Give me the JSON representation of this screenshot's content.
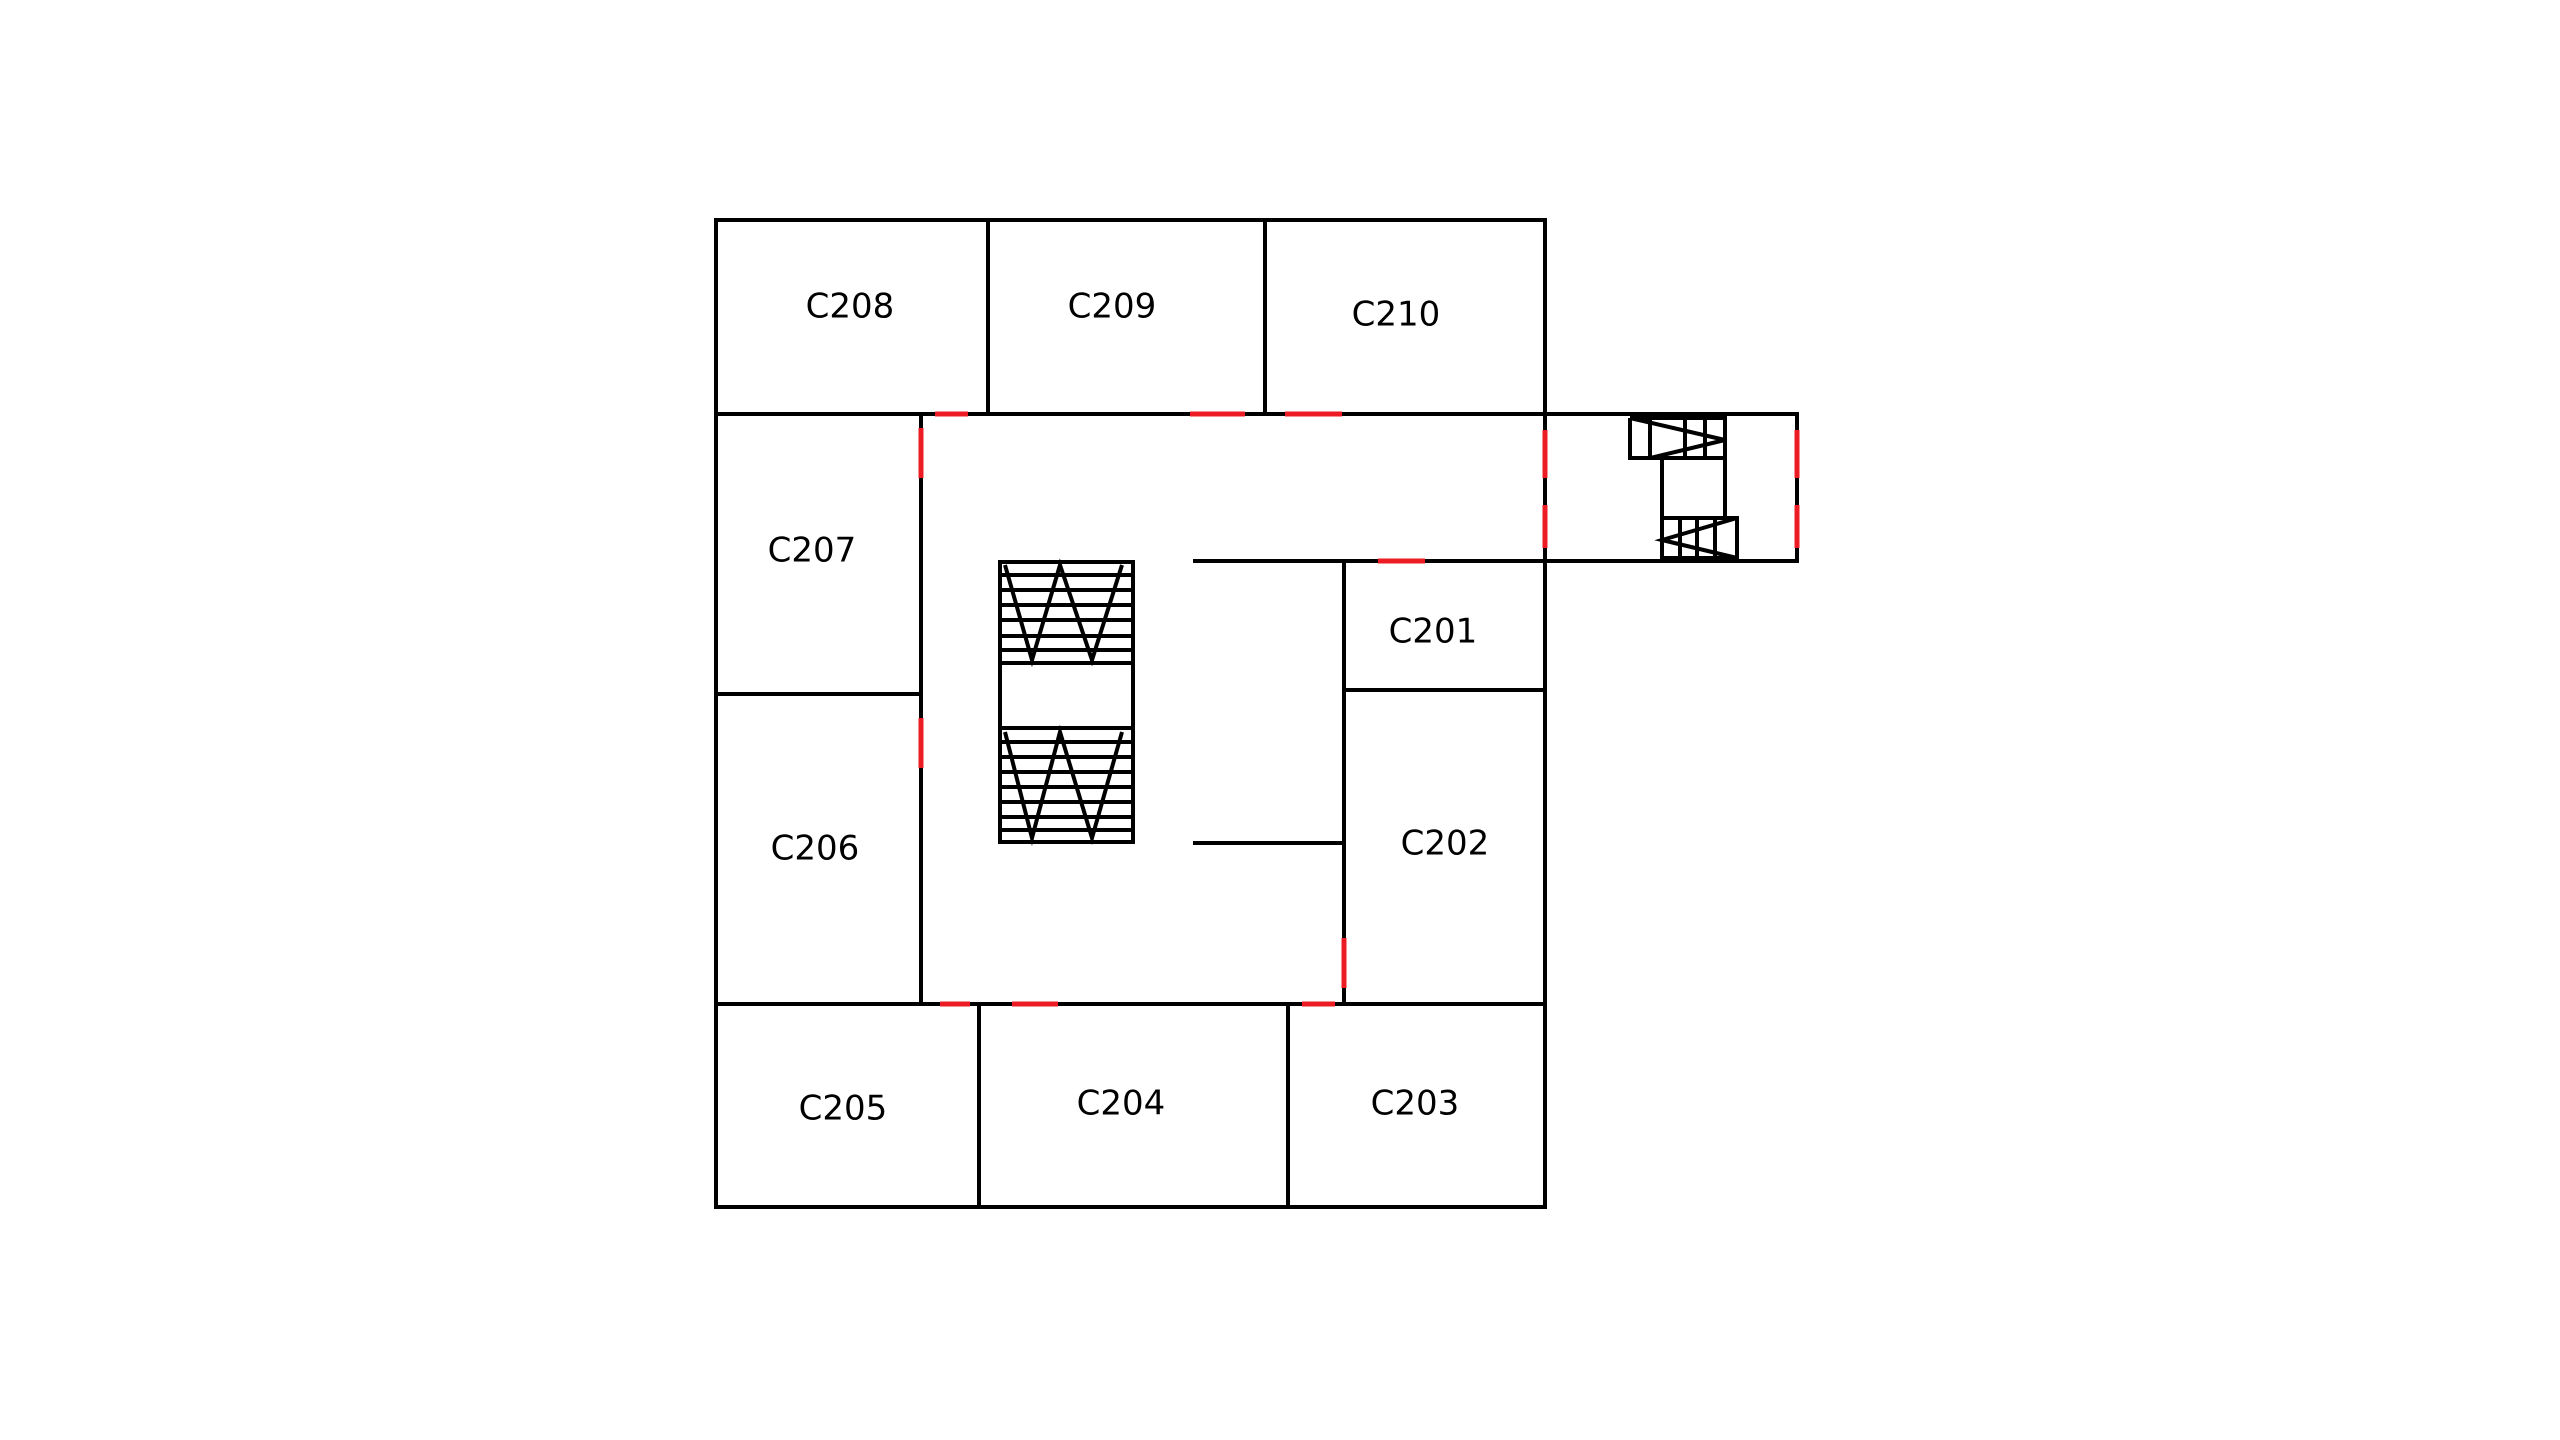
{
  "colors": {
    "room_default": "#ffc90e",
    "room_highlight": "#ed1c24",
    "corridor": "#ffffff",
    "wall": "#000000",
    "door": "#ed1c24"
  },
  "rooms": [
    {
      "id": "C208",
      "label": "C208",
      "highlighted": false
    },
    {
      "id": "C209",
      "label": "C209",
      "highlighted": false
    },
    {
      "id": "C210",
      "label": "C210",
      "highlighted": false
    },
    {
      "id": "C207",
      "label": "C207",
      "highlighted": true
    },
    {
      "id": "C206",
      "label": "C206",
      "highlighted": false
    },
    {
      "id": "C205",
      "label": "C205",
      "highlighted": false
    },
    {
      "id": "C204",
      "label": "C204",
      "highlighted": false
    },
    {
      "id": "C203",
      "label": "C203",
      "highlighted": false
    },
    {
      "id": "C202",
      "label": "C202",
      "highlighted": false
    },
    {
      "id": "C201",
      "label": "C201",
      "highlighted": false
    }
  ],
  "icons": [
    "stairs-icon",
    "door-icon"
  ]
}
